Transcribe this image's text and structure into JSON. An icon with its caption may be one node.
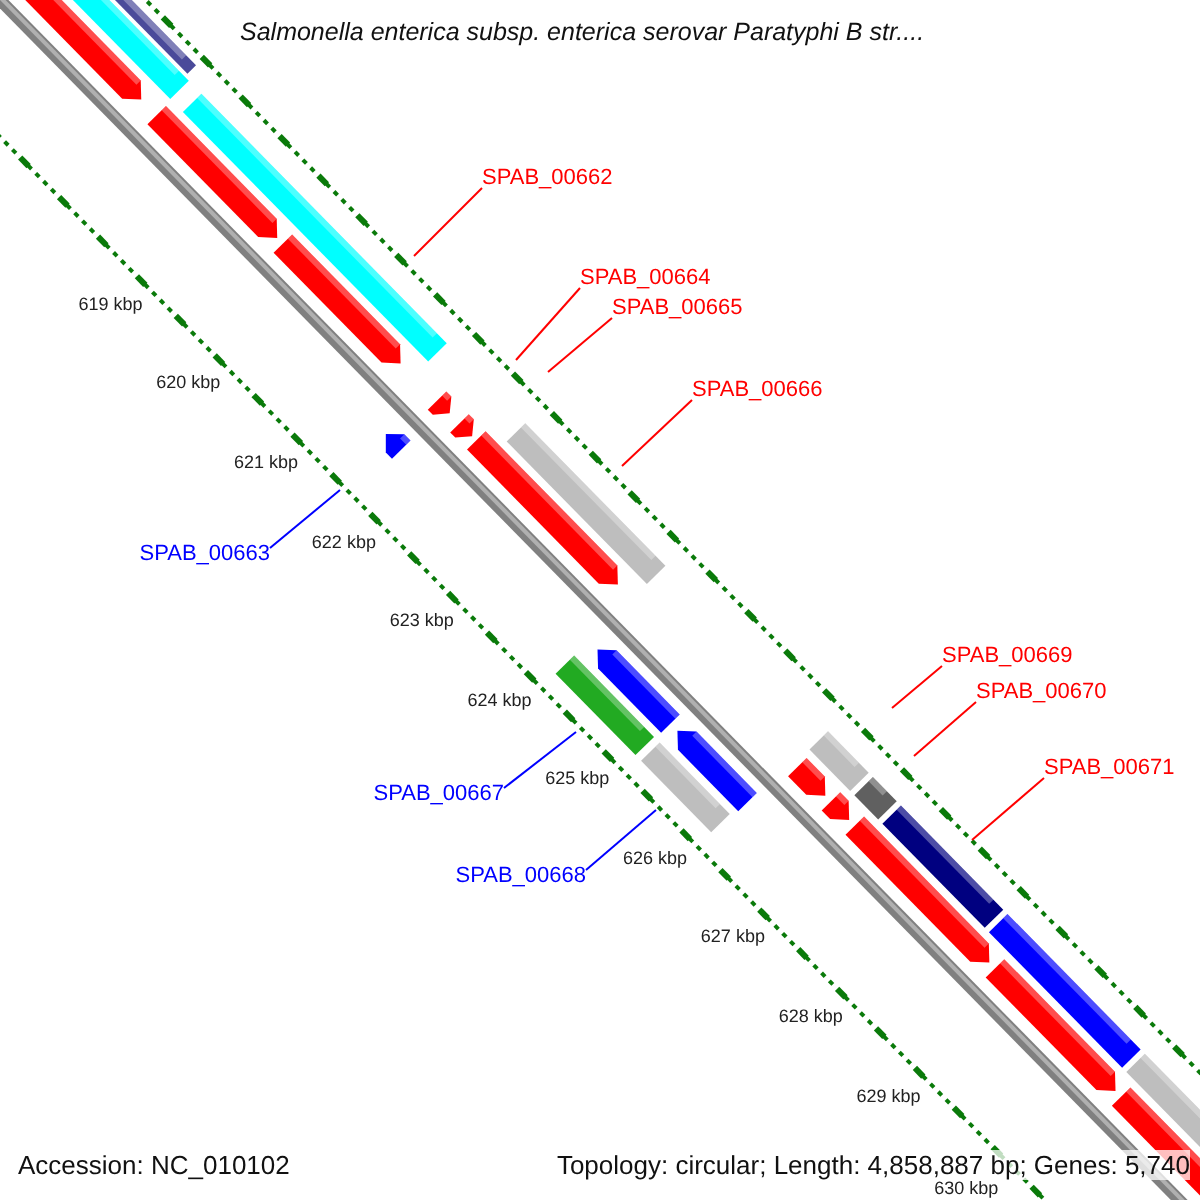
{
  "diagram": {
    "title": "Salmonella enterica subsp. enterica serovar Paratyphi B str....",
    "nodes": [
      {
        "text": [
          "SPAB_00662"
        ]
      },
      {
        "text": [
          "SPAB_00664"
        ]
      },
      {
        "text": [
          "SPAB_00665"
        ]
      },
      {
        "text": [
          "SPAB_00666"
        ]
      },
      {
        "text": [
          "SPAB_00663"
        ]
      },
      {
        "text": [
          "SPAB_00669"
        ]
      },
      {
        "text": [
          "SPAB_00670"
        ]
      },
      {
        "text": [
          "SPAB_00671"
        ]
      },
      {
        "text": [
          "SPAB_00667"
        ]
      },
      {
        "text": [
          "SPAB_00668"
        ]
      }
    ],
    "edges": [
      {
        "from": 0,
        "to": null,
        "arrow": "none"
      },
      {
        "from": 1,
        "to": null,
        "arrow": "none"
      },
      {
        "from": 2,
        "to": null,
        "arrow": "none"
      },
      {
        "from": 3,
        "to": null,
        "arrow": "none"
      },
      {
        "from": 4,
        "to": null,
        "arrow": "none",
        "color": "#0000ff"
      },
      {
        "from": 5,
        "to": null,
        "arrow": "none"
      },
      {
        "from": 6,
        "to": null,
        "arrow": "none"
      },
      {
        "from": 7,
        "to": null,
        "arrow": "none"
      },
      {
        "from": 8,
        "to": null,
        "arrow": "none",
        "color": "#0000ff"
      },
      {
        "from": 9,
        "to": null,
        "arrow": "none",
        "color": "#0000ff"
      }
    ],
    "labels": [
      "619 kbp",
      "620 kbp",
      "621 kbp",
      "622 kbp",
      "623 kbp",
      "624 kbp",
      "625 kbp",
      "626 kbp",
      "627 kbp",
      "628 kbp",
      "629 kbp",
      "630 kbp",
      "Accession: NC_010102",
      "Topology: circular; Length: 4,858,887 bp; Genes: 5,740"
    ]
  }
}
